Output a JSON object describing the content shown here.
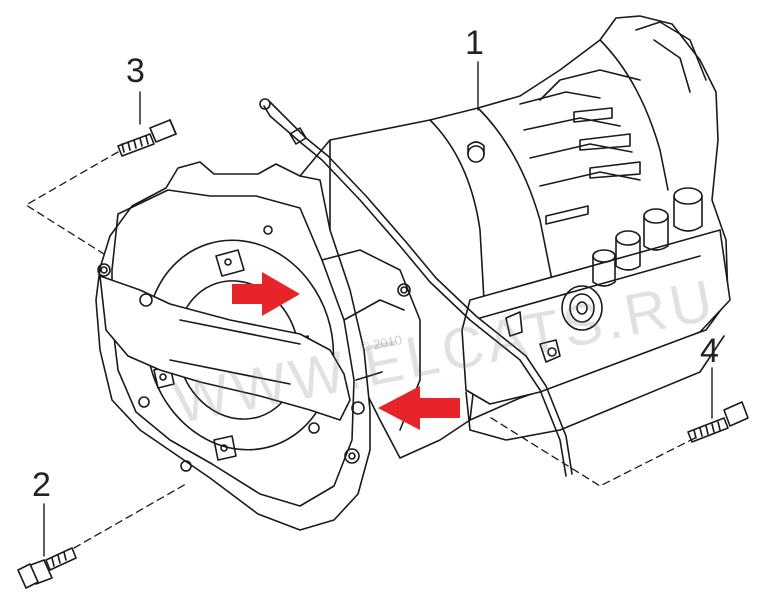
{
  "diagram": {
    "callouts": [
      {
        "id": "1",
        "label": "1"
      },
      {
        "id": "2",
        "label": "2"
      },
      {
        "id": "3",
        "label": "3"
      },
      {
        "id": "4",
        "label": "4"
      }
    ],
    "watermark": "WWW.ELCATS.RU",
    "watermark_small": "© 2010",
    "colors": {
      "line": "#1a1a1a",
      "arrow": "#e8242b",
      "background": "#ffffff"
    }
  }
}
